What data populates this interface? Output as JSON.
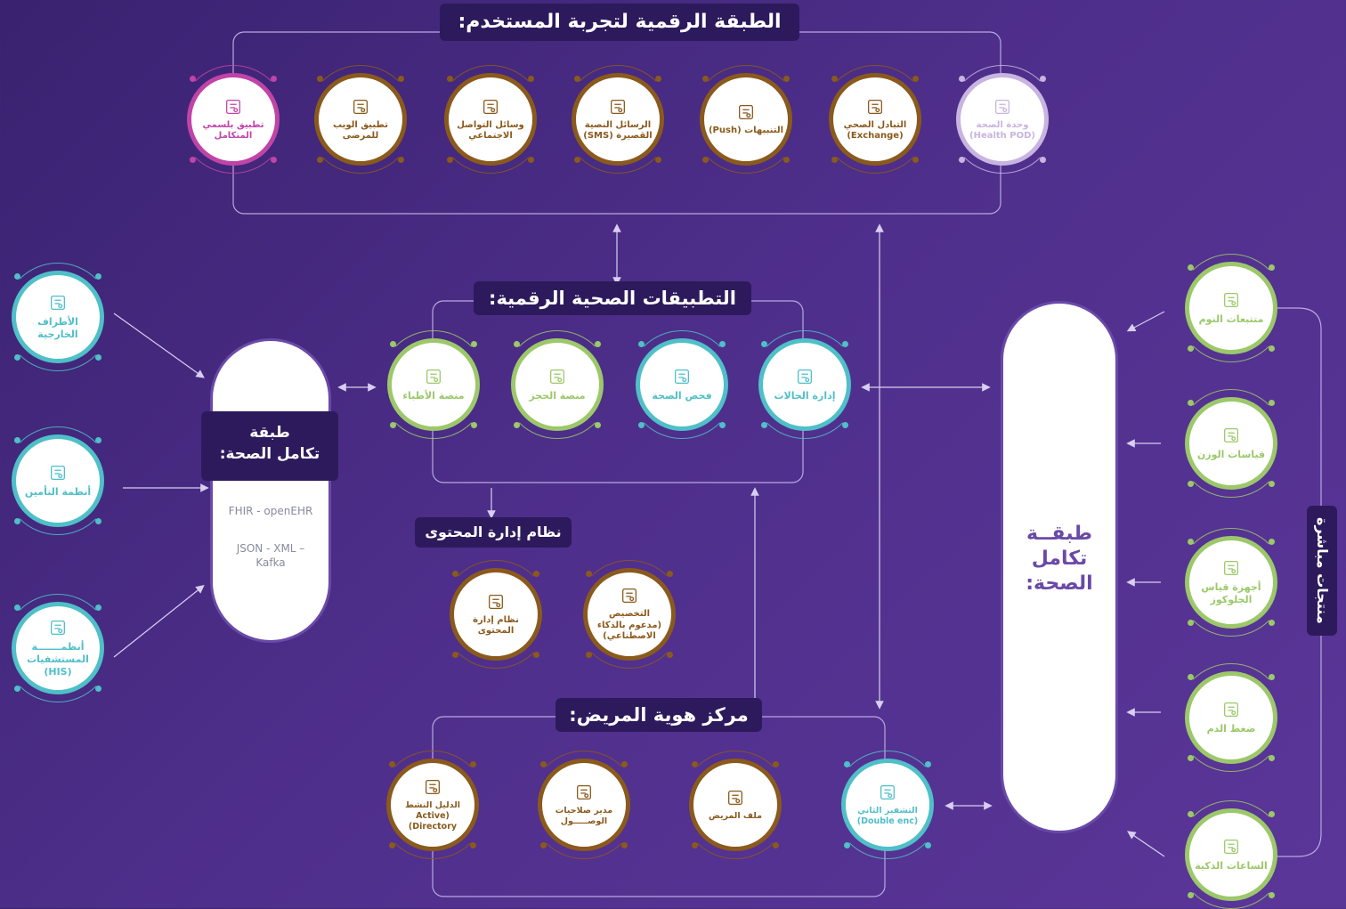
{
  "headers": {
    "digital_layer": "الطبقة الرقمية لتجربة المستخدم:",
    "health_apps": "التطبيقات الصحية الرقمية:",
    "cms": "نظام إدارة المحتوى",
    "patient_identity": "مركز هوية المريض:",
    "wearables": "منتجات مباشرة"
  },
  "left_integration": {
    "title_line1": "طبقة",
    "title_line2": "تكامل الصحة:",
    "tech1": "FHIR - openEHR",
    "tech2": "JSON - XML – Kafka"
  },
  "right_integration": {
    "line1": "طبقــة",
    "line2": "تكامل",
    "line3": "الصحة:"
  },
  "digital_layer_nodes": [
    {
      "label": "وحدة الصحة (Health POD)",
      "icon": "pod-icon"
    },
    {
      "label": "التبادل الصحي (Exchange)",
      "icon": "exchange-arrows-icon"
    },
    {
      "label": "التنبيهات (Push)",
      "icon": "notification-bell-icon"
    },
    {
      "label": "الرسائل النصية القصيرة (SMS)",
      "icon": "phone-message-icon"
    },
    {
      "label": "وسائل التواصل الاجتماعي",
      "icon": "social-media-icon"
    },
    {
      "label": "تطبيق الويب للمرضى",
      "icon": "web-app-icon"
    },
    {
      "label": "تطبيق بلسمي المتكامل",
      "icon": "mobile-app-icon"
    }
  ],
  "health_apps_nodes": [
    {
      "label": "إدارة الحالات",
      "icon": "case-management-icon"
    },
    {
      "label": "فحص الصحة",
      "icon": "health-check-icon"
    },
    {
      "label": "منصة الحجز",
      "icon": "booking-icon"
    },
    {
      "label": "منصة الأطباء",
      "icon": "doctors-platform-icon"
    }
  ],
  "cms_nodes": [
    {
      "label": "التخصيص (مدعوم بالذكاء الاصطناعي)",
      "icon": "ai-chip-icon"
    },
    {
      "label": "نظام إدارة المحتوى",
      "icon": "cms-monitor-icon"
    }
  ],
  "identity_nodes": [
    {
      "label": "التشفير الثاني (Double enc)",
      "icon": "encryption-icon"
    },
    {
      "label": "ملف المريض",
      "icon": "patient-file-icon"
    },
    {
      "label": "مدير صلاحيات الوصـــــول",
      "icon": "access-manager-icon"
    },
    {
      "label": "الدليل النشط (Active Directory)",
      "icon": "directory-icon"
    }
  ],
  "external_nodes": [
    {
      "label": "الأطراف الخارجية",
      "icon": "external-parties-icon"
    },
    {
      "label": "أنظمة التأمين",
      "icon": "insurance-shield-icon"
    },
    {
      "label": "أنظمـــــــة المستشفيات (HIS)",
      "icon": "hospital-icon"
    }
  ],
  "wearable_nodes": [
    {
      "label": "متتبعات النوم",
      "icon": "sleep-tracker-icon"
    },
    {
      "label": "قياسات الوزن",
      "icon": "weight-scale-icon"
    },
    {
      "label": "أجهزة قياس الجلوكوز",
      "icon": "glucose-meter-icon"
    },
    {
      "label": "ضغط الدم",
      "icon": "blood-pressure-icon"
    },
    {
      "label": "الساعات الذكية",
      "icon": "smart-watch-icon"
    }
  ],
  "colors": {
    "background": "#4a2c88",
    "brown": "#8a5a1c",
    "green": "#9cc86a",
    "teal": "#4fbfc8",
    "magenta": "#c044a8",
    "lavender": "#c8b4e0",
    "pill_border": "#6a4aa8"
  }
}
